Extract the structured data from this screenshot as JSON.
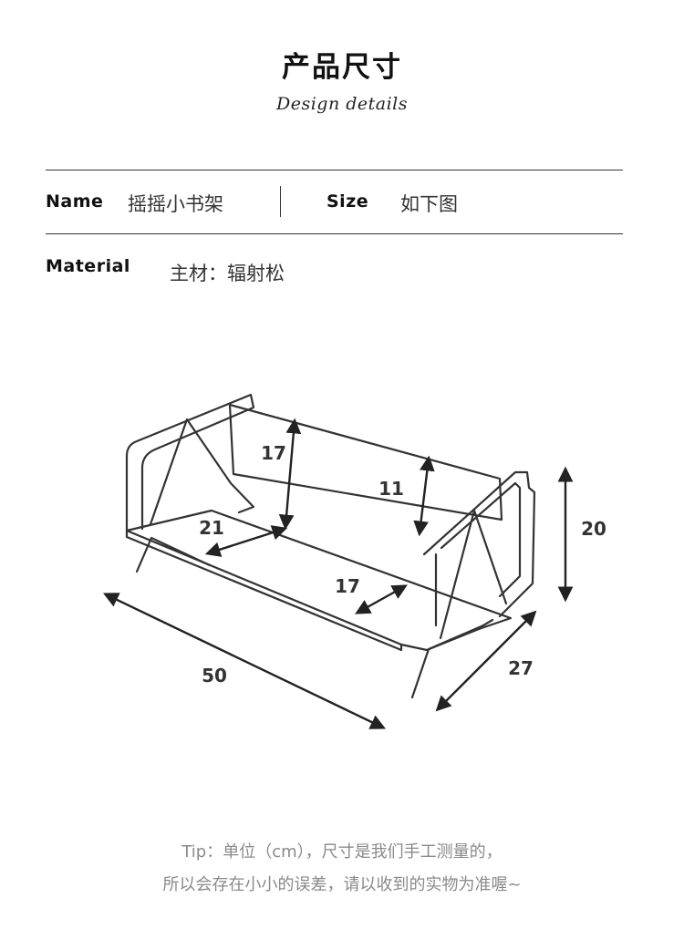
{
  "header": {
    "title": "产品尺寸",
    "subtitle": "Design details"
  },
  "specs": {
    "name_label": "Name",
    "name_value": "摇摇小书架",
    "size_label": "Size",
    "size_value": "如下图",
    "material_label": "Material",
    "material_value": "主材：辐射松"
  },
  "diagram": {
    "dims": {
      "front_height": "17",
      "back_height": "11",
      "depth_inner": "21",
      "width_inner": "17",
      "overall_height": "20",
      "overall_length": "50",
      "overall_depth": "27"
    }
  },
  "tip": {
    "line1": "Tip：单位（cm），尺寸是我们手工测量的，",
    "line2": "所以会存在小小的误差，请以收到的实物为准喔~"
  }
}
